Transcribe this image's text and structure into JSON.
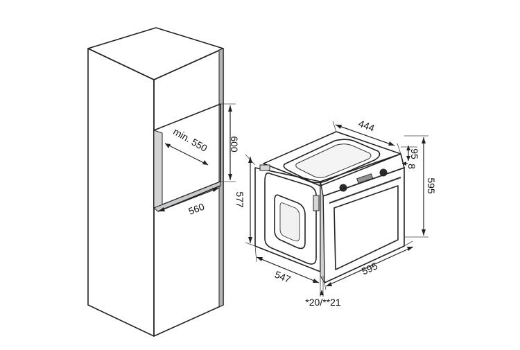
{
  "dimensions": {
    "cabinet_niche_height": "600",
    "cabinet_niche_depth": "min. 550",
    "cabinet_niche_width": "560",
    "oven_top_depth": "444",
    "oven_side_height": "577",
    "oven_side_depth": "547",
    "oven_front_width": "595",
    "oven_front_height": "595",
    "oven_panel_height": "95",
    "oven_panel_offset": "8",
    "oven_door_gap": "*20/**21"
  },
  "colors": {
    "cabinet_front": "#c5c6c8",
    "cabinet_side": "#9c9ea1",
    "cabinet_top": "#e9e9ea",
    "niche_interior": "#e4e5e6",
    "oven_body": "#f1f1f2",
    "oven_panel": "#bfc0c2",
    "oven_glass": "#e6e7e8",
    "line": "#222222"
  }
}
